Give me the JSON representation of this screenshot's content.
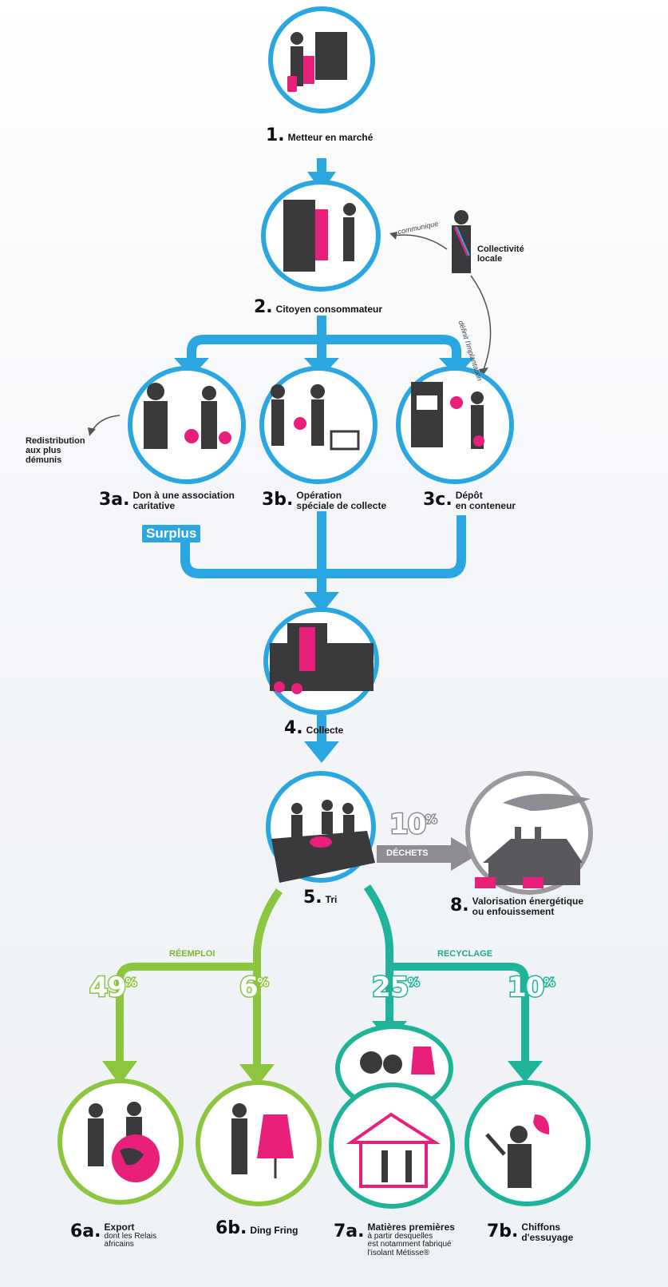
{
  "colors": {
    "blue": "#2aa6e0",
    "green": "#8cc63f",
    "teal": "#1fb39a",
    "gray": "#9c98a0",
    "pink": "#e8207a",
    "dark": "#3a3a3c"
  },
  "steps": {
    "s1": {
      "num": "1.",
      "text": "Metteur en marché"
    },
    "s2": {
      "num": "2.",
      "text": "Citoyen consommateur"
    },
    "s3a": {
      "num": "3a.",
      "line1": "Don à une association",
      "line2": "caritative"
    },
    "s3b": {
      "num": "3b.",
      "line1": "Opération",
      "line2": "spéciale de collecte"
    },
    "s3c": {
      "num": "3c.",
      "line1": "Dépôt",
      "line2": "en conteneur"
    },
    "s4": {
      "num": "4.",
      "text": "Collecte"
    },
    "s5": {
      "num": "5.",
      "text": "Tri"
    },
    "s8": {
      "num": "8.",
      "line1": "Valorisation énergétique",
      "line2": "ou enfouissement"
    },
    "s6a": {
      "num": "6a.",
      "line1": "Export",
      "line2": "dont les Relais",
      "line3": "africains"
    },
    "s6b": {
      "num": "6b.",
      "text": "Ding Fring"
    },
    "s7a": {
      "num": "7a.",
      "line1": "Matières premières",
      "line2": "à partir desquelles",
      "line3": "est notamment fabriqué",
      "line4": "l'isolant Métisse®"
    },
    "s7b": {
      "num": "7b.",
      "line1": "Chiffons",
      "line2": "d'essuyage"
    }
  },
  "side": {
    "collectivite_line1": "Collectivité",
    "collectivite_line2": "locale",
    "communique": "communique",
    "definit": "définit l'implantation",
    "redistribution_line1": "Redistribution",
    "redistribution_line2": "aux plus",
    "redistribution_line3": "démunis",
    "surplus": "Surplus"
  },
  "flows": {
    "dechets_pct": "10",
    "dechets_label": "DÉCHETS",
    "reemploi_label": "RÉEMPLOI",
    "recyclage_label": "RECYCLAGE",
    "export_pct": "49",
    "dingfring_pct": "6",
    "matieres_pct": "25",
    "chiffons_pct": "10",
    "pct_sign": "%"
  }
}
